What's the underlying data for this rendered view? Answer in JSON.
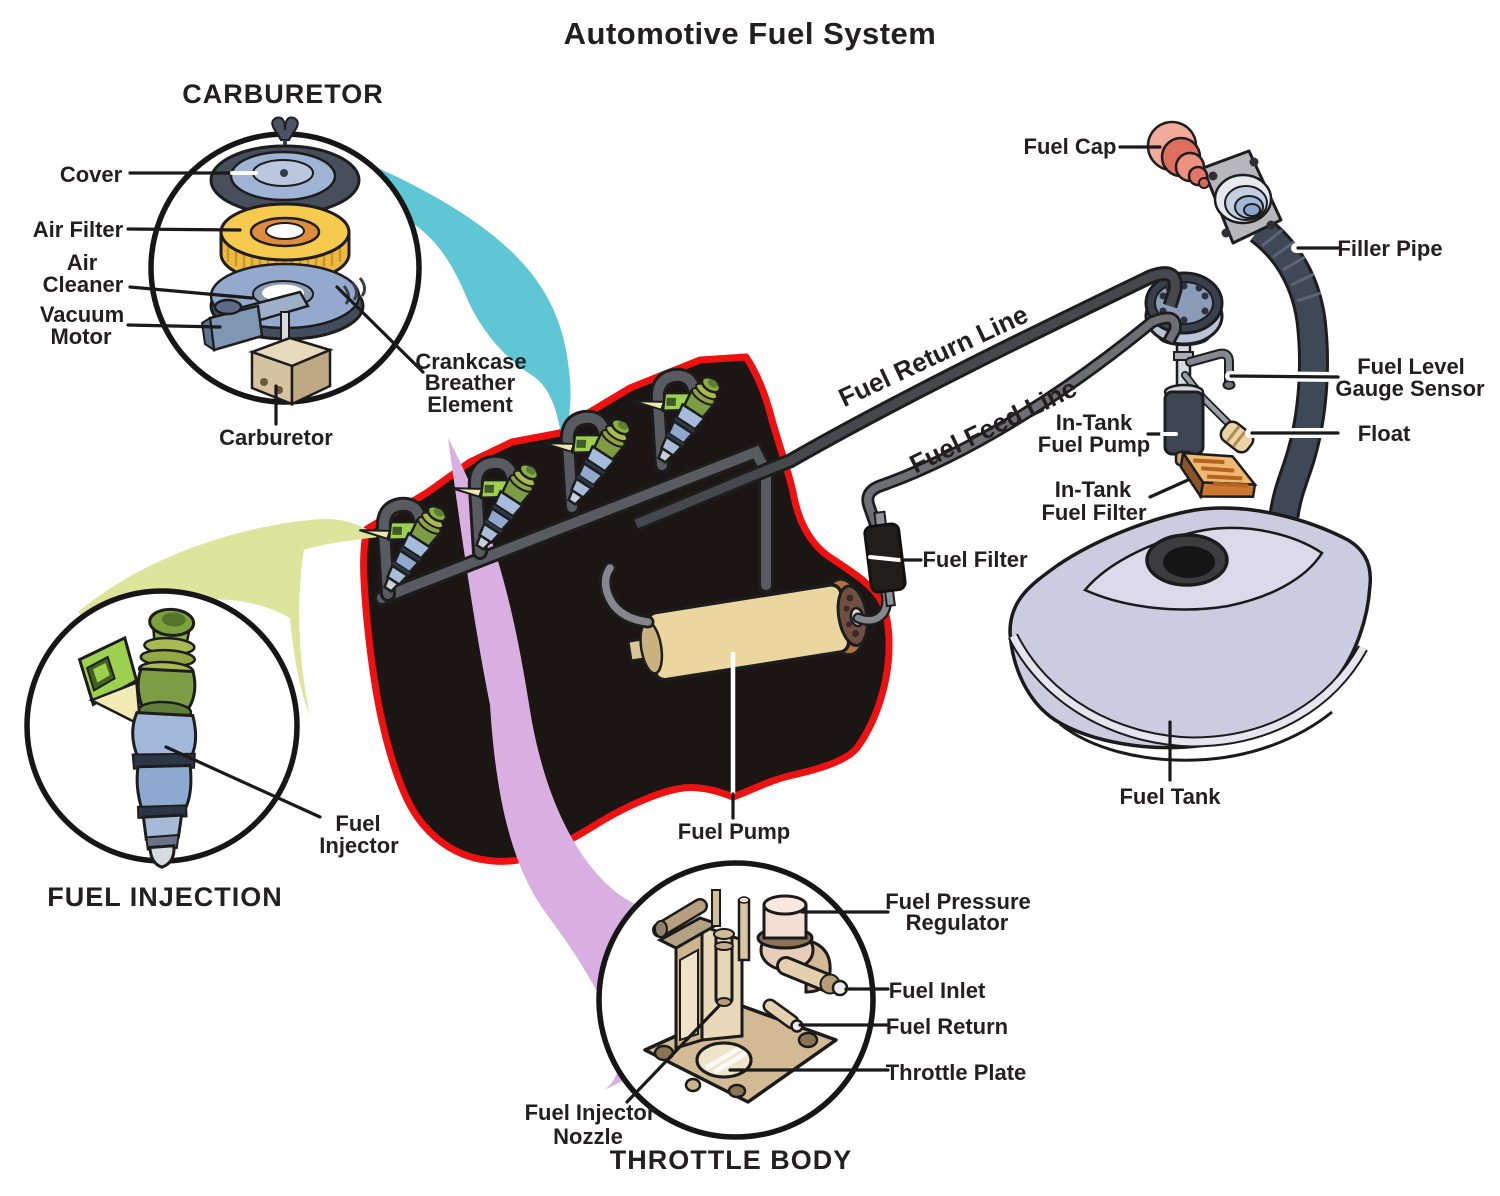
{
  "title": "Automotive Fuel System",
  "colors": {
    "background": "#ffffff",
    "text": "#231f20",
    "engine_body": "#1b1513",
    "engine_outline_red": "#ee1111",
    "carburetor_swoosh_teal": "#5fc6d5",
    "fuel_injection_swoosh_lime": "#dde59c",
    "throttle_body_swoosh_purple": "#d9aee0",
    "fuel_return_line": "#47484d",
    "fuel_feed_line": "#6d6f74",
    "fuel_rail": "#5a5b60",
    "injector_green": "#9ed050",
    "injector_blue": "#a2b8da",
    "fuel_pump_body": "#ead69e",
    "fuel_filter_body": "#211d1b",
    "fuel_tank": "#cdcbdf",
    "filler_pipe": "#3e4856",
    "fuel_cap_red": "#de6f5c",
    "float_tan": "#ecd4a4",
    "in_tank_filter_orange": "#e09a4c",
    "air_filter_yellow": "#f6ca4f"
  },
  "insets": {
    "carburetor": {
      "title": "CARBURETOR",
      "labels": {
        "cover": [
          "Cover"
        ],
        "air_filter": [
          "Air Filter"
        ],
        "air_cleaner": [
          "Air",
          "Cleaner"
        ],
        "vacuum_motor": [
          "Vacuum",
          "Motor"
        ],
        "carburetor": [
          "Carburetor"
        ],
        "crankcase_breather_element": [
          "Crankcase",
          "Breather",
          "Element"
        ]
      }
    },
    "fuel_injection": {
      "title": "FUEL INJECTION",
      "labels": {
        "fuel_injector": [
          "Fuel",
          "Injector"
        ]
      }
    },
    "throttle_body": {
      "title": "THROTTLE BODY",
      "labels": {
        "fuel_pressure_regulator": [
          "Fuel Pressure",
          "Regulator"
        ],
        "fuel_inlet": [
          "Fuel Inlet"
        ],
        "fuel_return": [
          "Fuel Return"
        ],
        "throttle_plate": [
          "Throttle Plate"
        ],
        "fuel_injector_nozzle": [
          "Fuel Injector",
          "Nozzle"
        ]
      }
    }
  },
  "main": {
    "labels": {
      "fuel_cap": [
        "Fuel Cap"
      ],
      "filler_pipe": [
        "Filler Pipe"
      ],
      "fuel_level_gauge_sensor": [
        "Fuel Level",
        "Gauge Sensor"
      ],
      "float": [
        "Float"
      ],
      "in_tank_fuel_pump": [
        "In-Tank",
        "Fuel Pump"
      ],
      "in_tank_fuel_filter": [
        "In-Tank",
        "Fuel Filter"
      ],
      "fuel_tank": [
        "Fuel Tank"
      ],
      "fuel_filter": [
        "Fuel Filter"
      ],
      "fuel_pump": [
        "Fuel Pump"
      ],
      "fuel_return_line": "Fuel Return Line",
      "fuel_feed_line": "Fuel Feed Line"
    }
  }
}
